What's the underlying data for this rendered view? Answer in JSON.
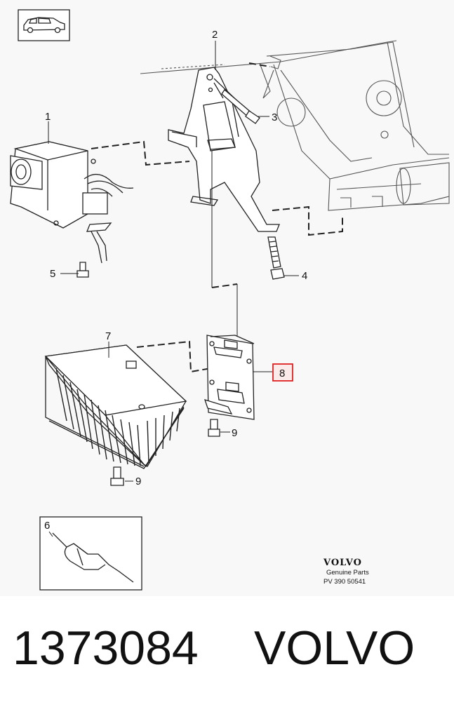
{
  "diagram": {
    "callouts": {
      "c1": "1",
      "c2": "2",
      "c3": "3",
      "c4": "4",
      "c5": "5",
      "c6": "6",
      "c7": "7",
      "c8": "8",
      "c9a": "9",
      "c9b": "9"
    },
    "highlighted_callout": "8",
    "highlight_color": "#e02020",
    "brand_logo": "VOLVO",
    "brand_subtitle": "Genuine Parts",
    "drawing_code": "PV 390 50541"
  },
  "footer": {
    "part_number": "1373084",
    "brand": "VOLVO"
  }
}
